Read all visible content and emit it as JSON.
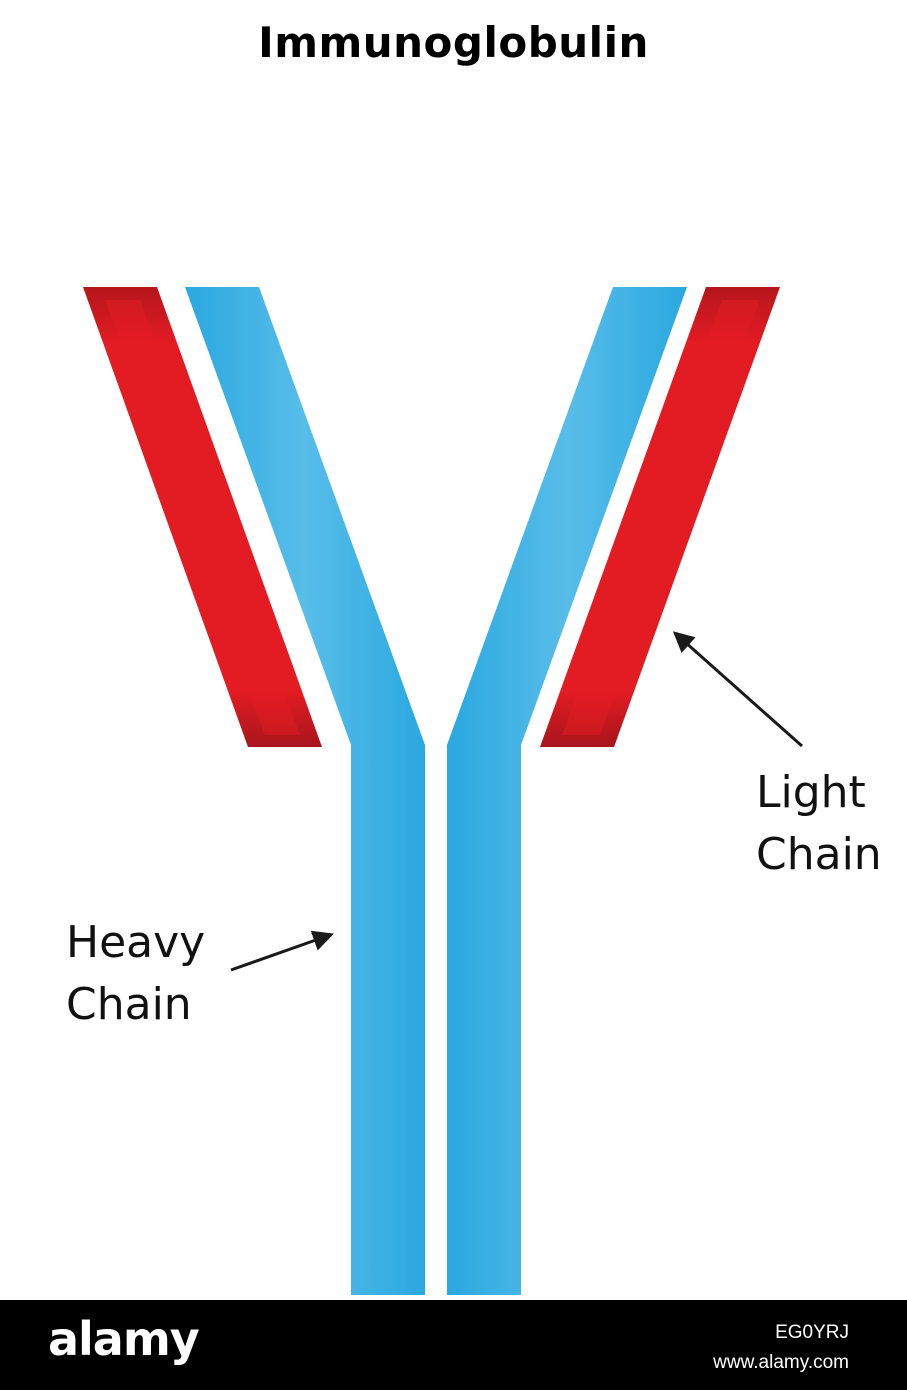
{
  "title": "Immunoglobulin",
  "labels": {
    "heavy": [
      "Heavy",
      "Chain"
    ],
    "light": [
      "Light",
      "Chain"
    ]
  },
  "colors": {
    "heavy_chain": "#2aa8e0",
    "heavy_chain_highlight": "#58bde9",
    "light_chain": "#e31b23",
    "light_chain_shadow": "#a7161b",
    "arrow": "#1a1a1a",
    "footer_bg": "#000000"
  },
  "footer": {
    "brand": "alamy",
    "image_id": "EG0YRJ",
    "url": "www.alamy.com"
  }
}
